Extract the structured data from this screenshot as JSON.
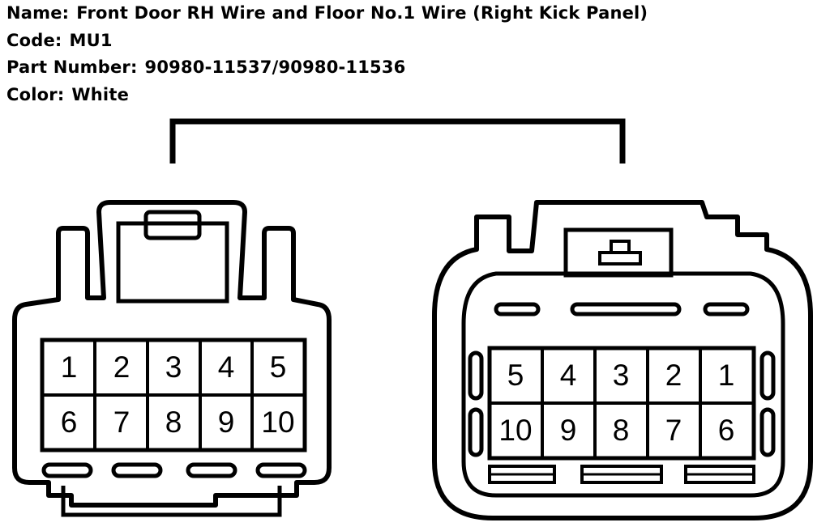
{
  "header": {
    "name_label": "Name:",
    "name_value": "Front Door RH Wire and Floor No.1 Wire (Right Kick Panel)",
    "code_label": "Code:",
    "code_value": "MU1",
    "part_label": "Part Number:",
    "part_value": "90980-11537/90980-11536",
    "color_label": "Color:",
    "color_value": "White"
  },
  "connectors": {
    "left": {
      "top_row": [
        "1",
        "2",
        "3",
        "4",
        "5"
      ],
      "bottom_row": [
        "6",
        "7",
        "8",
        "9",
        "10"
      ]
    },
    "right": {
      "top_row": [
        "5",
        "4",
        "3",
        "2",
        "1"
      ],
      "bottom_row": [
        "10",
        "9",
        "8",
        "7",
        "6"
      ]
    }
  }
}
